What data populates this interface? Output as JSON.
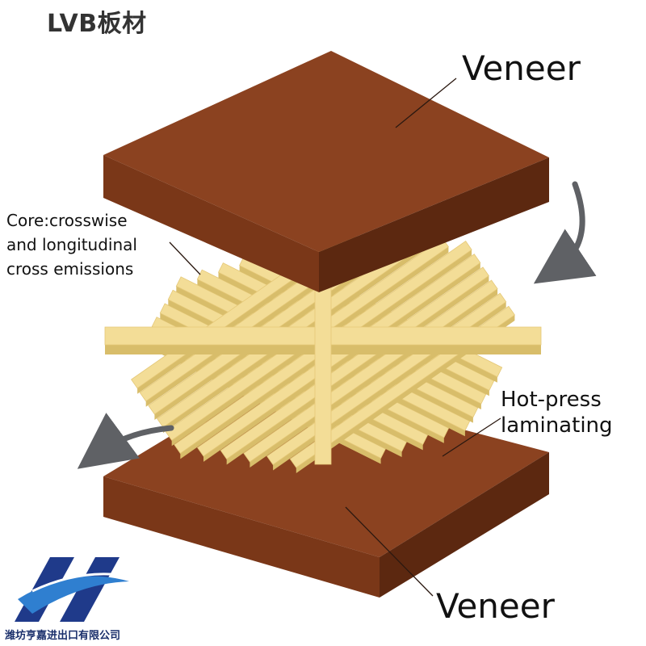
{
  "title": "LVB板材",
  "labels": {
    "veneer_top": "Veneer",
    "veneer_bottom": "Veneer",
    "core_lines": [
      "Core:crosswise",
      "and longitudinal",
      "cross emissions"
    ],
    "hot_press_lines": [
      "Hot-press",
      "laminating"
    ]
  },
  "logo": {
    "letter": "H",
    "company_name": "潍坊亨嘉进出口有限公司"
  },
  "colors": {
    "veneer_top_face": "#8b4220",
    "veneer_side_left": "#7a3718",
    "veneer_side_right": "#5c2810",
    "strip_top": "#f3dd97",
    "strip_side": "#d8bd6a",
    "arrow": "#5f6165",
    "logo_blue": "#1f3a8a"
  },
  "icons": [
    "curved-arrow-icon",
    "company-logo-icon"
  ]
}
